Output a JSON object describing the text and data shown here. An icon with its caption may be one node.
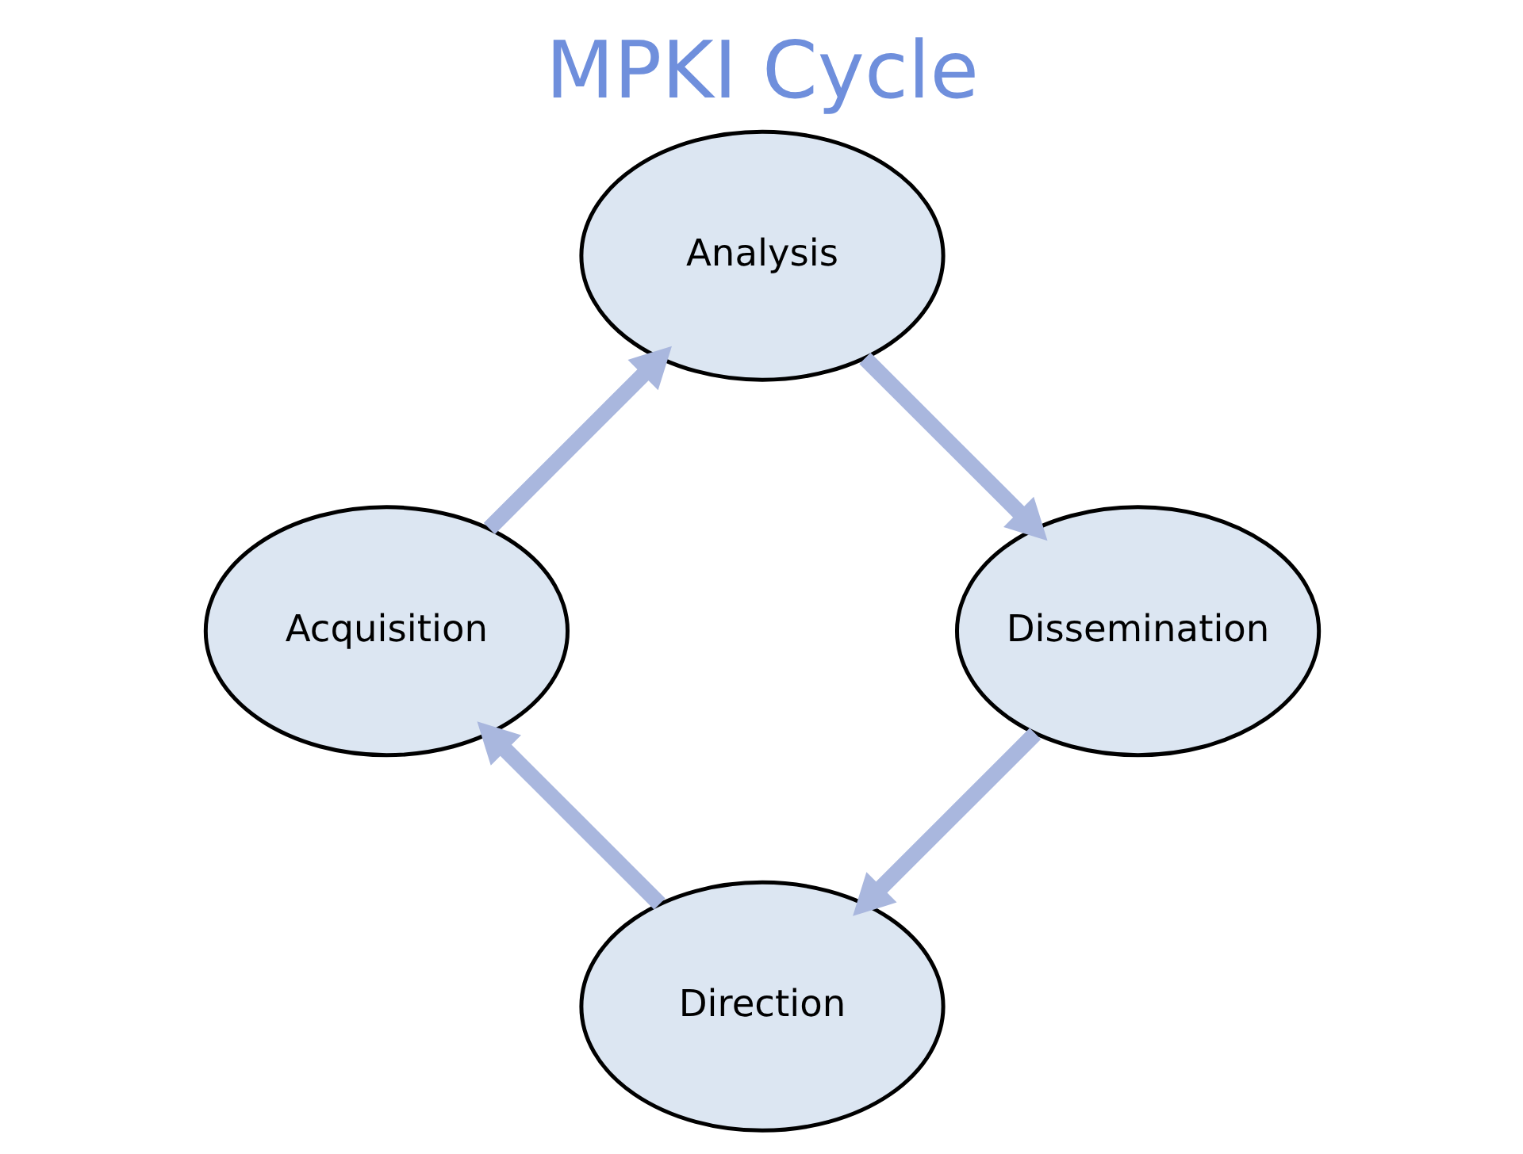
{
  "diagram": {
    "title": "MPKI Cycle",
    "nodes": [
      {
        "text": [
          "Direction"
        ]
      },
      {
        "text": [
          "Acquisition"
        ]
      },
      {
        "text": [
          "Analysis"
        ]
      },
      {
        "text": [
          "Dissemination"
        ]
      }
    ],
    "edges": [
      {
        "from": 0,
        "to": 1,
        "arrow": "to"
      },
      {
        "from": 1,
        "to": 2,
        "arrow": "to"
      },
      {
        "from": 2,
        "to": 3,
        "arrow": "to"
      },
      {
        "from": 3,
        "to": 0,
        "arrow": "to"
      }
    ]
  }
}
